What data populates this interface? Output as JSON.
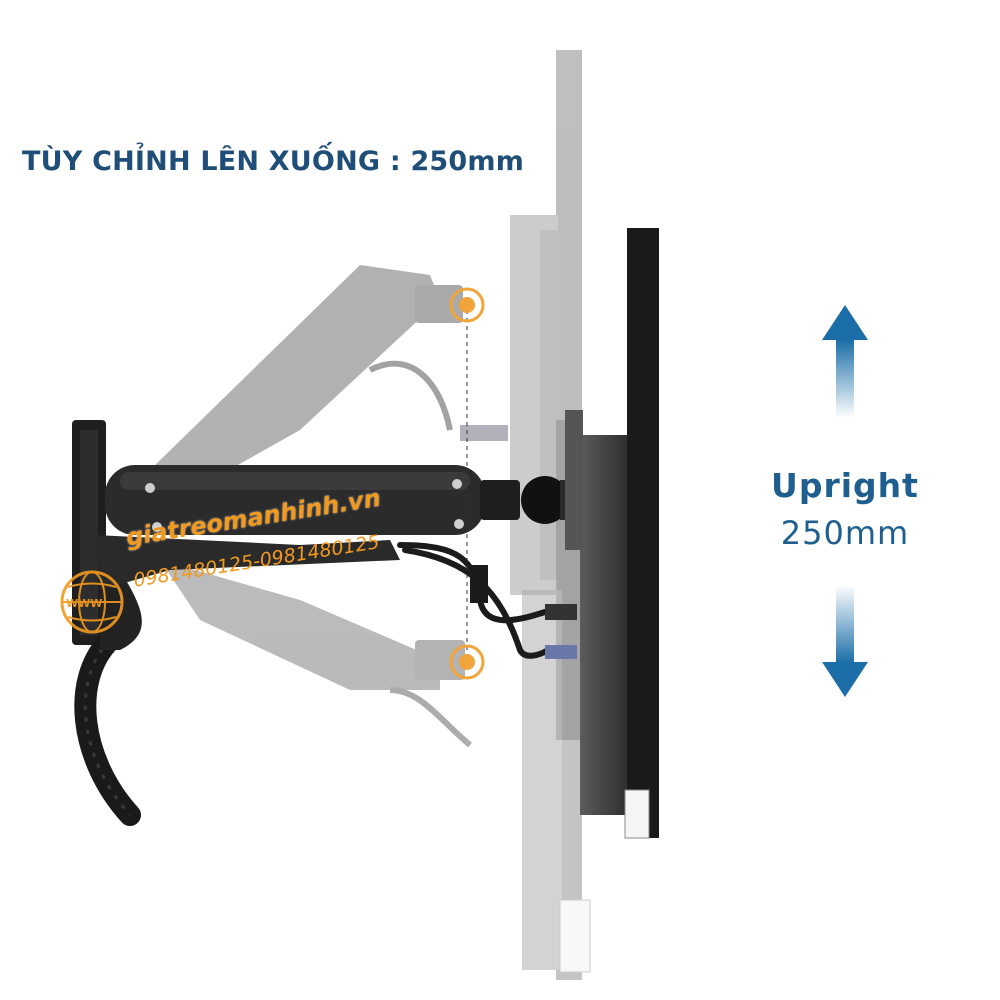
{
  "headline": "TÙY CHỈNH LÊN XUỐNG : 250mm",
  "spec": {
    "title": "Upright",
    "value": "250mm"
  },
  "watermark": {
    "site": "giatreomanhinh.vn",
    "phones": "0981480125-0981480125",
    "logo_text": "WWW"
  },
  "colors": {
    "headline": "#1f4e79",
    "accent_blue": "#1f5f8f",
    "arrow_blue": "#1b6ea8",
    "watermark_orange": "#f29a1f",
    "pivot_orange": "#f0a43a"
  },
  "icons": [
    "arrow-up-icon",
    "arrow-down-icon",
    "globe-logo-icon"
  ]
}
